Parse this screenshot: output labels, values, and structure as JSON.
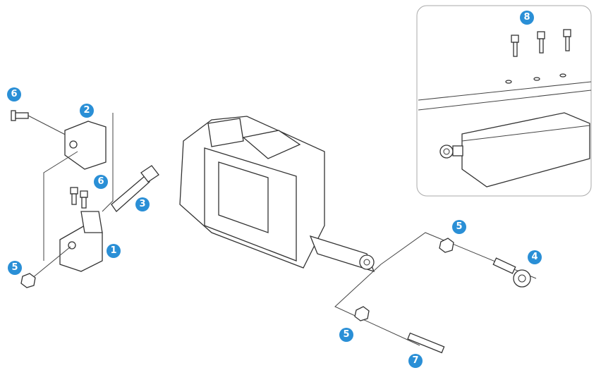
{
  "accent_color": "#2a8fd6",
  "callouts": {
    "c1": "1",
    "c2": "2",
    "c3": "3",
    "c4": "4",
    "c5a": "5",
    "c5b": "5",
    "c5c": "5",
    "c6a": "6",
    "c6b": "6",
    "c7": "7",
    "c8": "8"
  }
}
